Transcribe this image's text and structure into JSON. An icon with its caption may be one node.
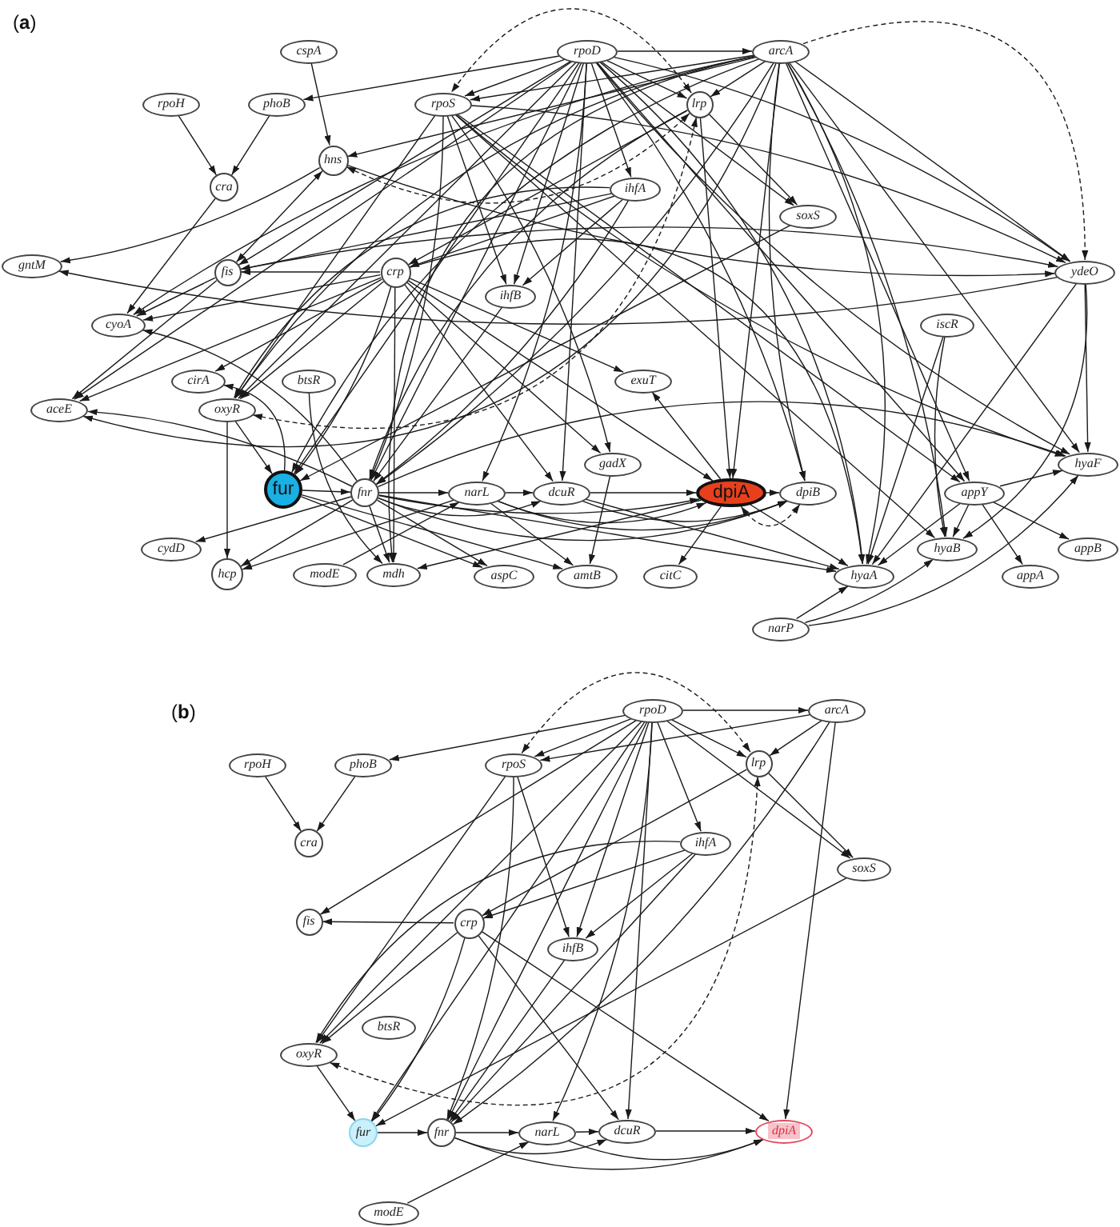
{
  "diagram": {
    "nodes": [
      {
        "text": [
          "rpoD"
        ]
      },
      {
        "text": [
          "arcA"
        ]
      },
      {
        "text": [
          "cspA"
        ]
      },
      {
        "text": [
          "rpoH"
        ]
      },
      {
        "text": [
          "phoB"
        ]
      },
      {
        "text": [
          "rpoS"
        ]
      },
      {
        "text": [
          "lrp"
        ]
      },
      {
        "text": [
          "hns"
        ]
      },
      {
        "text": [
          "cra"
        ]
      },
      {
        "text": [
          "ihfA"
        ]
      },
      {
        "text": [
          "soxS"
        ]
      },
      {
        "text": [
          "gntM"
        ]
      },
      {
        "text": [
          "fis"
        ]
      },
      {
        "text": [
          "crp"
        ]
      },
      {
        "text": [
          "ydeO"
        ]
      },
      {
        "text": [
          "ihfB"
        ]
      },
      {
        "text": [
          "cyoA"
        ]
      },
      {
        "text": [
          "iscR"
        ]
      },
      {
        "text": [
          "cirA"
        ]
      },
      {
        "text": [
          "btsR"
        ]
      },
      {
        "text": [
          "exuT"
        ]
      },
      {
        "text": [
          "aceE"
        ]
      },
      {
        "text": [
          "oxyR"
        ]
      },
      {
        "text": [
          "gadX"
        ]
      },
      {
        "text": [
          "hyaF"
        ]
      },
      {
        "text": [
          "fur"
        ]
      },
      {
        "text": [
          "fnr"
        ]
      },
      {
        "text": [
          "narL"
        ]
      },
      {
        "text": [
          "dcuR"
        ]
      },
      {
        "text": [
          "dpiA"
        ]
      },
      {
        "text": [
          "dpiB"
        ]
      },
      {
        "text": [
          "appY"
        ]
      },
      {
        "text": [
          "cydD"
        ]
      },
      {
        "text": [
          "hyaB"
        ]
      },
      {
        "text": [
          "appB"
        ]
      },
      {
        "text": [
          "hcp"
        ]
      },
      {
        "text": [
          "modE"
        ]
      },
      {
        "text": [
          "mdh"
        ]
      },
      {
        "text": [
          "aspC"
        ]
      },
      {
        "text": [
          "amtB"
        ]
      },
      {
        "text": [
          "citC"
        ]
      },
      {
        "text": [
          "hyaA"
        ]
      },
      {
        "text": [
          "appA"
        ]
      },
      {
        "text": [
          "narP"
        ]
      },
      {
        "text": [
          "rpoD"
        ]
      },
      {
        "text": [
          "arcA"
        ]
      },
      {
        "text": [
          "rpoH"
        ]
      },
      {
        "text": [
          "phoB"
        ]
      },
      {
        "text": [
          "rpoS"
        ]
      },
      {
        "text": [
          "lrp"
        ]
      },
      {
        "text": [
          "cra"
        ]
      },
      {
        "text": [
          "ihfA"
        ]
      },
      {
        "text": [
          "soxS"
        ]
      },
      {
        "text": [
          "fis"
        ]
      },
      {
        "text": [
          "crp"
        ]
      },
      {
        "text": [
          "ihfB"
        ]
      },
      {
        "text": [
          "btsR"
        ]
      },
      {
        "text": [
          "oxyR"
        ]
      },
      {
        "text": [
          "fur"
        ]
      },
      {
        "text": [
          "fnr"
        ]
      },
      {
        "text": [
          "narL"
        ]
      },
      {
        "text": [
          "dcuR"
        ]
      },
      {
        "text": [
          "dpiA"
        ]
      },
      {
        "text": [
          "modE"
        ]
      }
    ],
    "edges": [
      {
        "from": 3,
        "to": 8,
        "arrow": "to"
      },
      {
        "from": 4,
        "to": 8,
        "arrow": "to"
      },
      {
        "from": 0,
        "to": 1,
        "arrow": "to"
      },
      {
        "from": 0,
        "to": 4,
        "arrow": "to"
      },
      {
        "from": 0,
        "to": 5,
        "arrow": "to"
      },
      {
        "from": 1,
        "to": 5,
        "arrow": "to"
      },
      {
        "from": 0,
        "to": 6,
        "arrow": "to"
      },
      {
        "from": 1,
        "to": 6,
        "arrow": "to"
      },
      {
        "from": 6,
        "to": 5,
        "arrow": "both",
        "style": "dashed"
      },
      {
        "from": 0,
        "to": 10,
        "arrow": "to"
      },
      {
        "from": 6,
        "to": 10,
        "arrow": "to"
      },
      {
        "from": 0,
        "to": 9,
        "arrow": "to"
      },
      {
        "from": 0,
        "to": 12,
        "arrow": "to"
      },
      {
        "from": 13,
        "to": 12,
        "arrow": "to"
      },
      {
        "from": 6,
        "to": 13,
        "arrow": "to"
      },
      {
        "from": 9,
        "to": 13,
        "arrow": "to"
      },
      {
        "from": 5,
        "to": 15,
        "arrow": "to"
      },
      {
        "from": 0,
        "to": 15,
        "arrow": "to"
      },
      {
        "from": 9,
        "to": 15,
        "arrow": "to"
      },
      {
        "from": 5,
        "to": 22,
        "arrow": "to"
      },
      {
        "from": 0,
        "to": 22,
        "arrow": "to"
      },
      {
        "from": 13,
        "to": 22,
        "arrow": "to"
      },
      {
        "from": 9,
        "to": 22,
        "arrow": "to"
      },
      {
        "from": 6,
        "to": 22,
        "arrow": "both",
        "style": "dashed"
      },
      {
        "from": 22,
        "to": 25,
        "arrow": "to"
      },
      {
        "from": 13,
        "to": 25,
        "arrow": "to"
      },
      {
        "from": 10,
        "to": 25,
        "arrow": "to"
      },
      {
        "from": 0,
        "to": 25,
        "arrow": "to"
      },
      {
        "from": 25,
        "to": 26,
        "arrow": "to"
      },
      {
        "from": 5,
        "to": 26,
        "arrow": "to"
      },
      {
        "from": 0,
        "to": 26,
        "arrow": "to"
      },
      {
        "from": 1,
        "to": 26,
        "arrow": "to"
      },
      {
        "from": 9,
        "to": 26,
        "arrow": "to"
      },
      {
        "from": 15,
        "to": 26,
        "arrow": "to"
      },
      {
        "from": 0,
        "to": 27,
        "arrow": "to"
      },
      {
        "from": 26,
        "to": 27,
        "arrow": "to"
      },
      {
        "from": 36,
        "to": 27,
        "arrow": "to"
      },
      {
        "from": 0,
        "to": 28,
        "arrow": "to"
      },
      {
        "from": 13,
        "to": 28,
        "arrow": "to"
      },
      {
        "from": 27,
        "to": 28,
        "arrow": "to"
      },
      {
        "from": 26,
        "to": 28,
        "arrow": "to"
      },
      {
        "from": 28,
        "to": 29,
        "arrow": "to"
      },
      {
        "from": 27,
        "to": 29,
        "arrow": "to"
      },
      {
        "from": 26,
        "to": 29,
        "arrow": "to"
      },
      {
        "from": 1,
        "to": 29,
        "arrow": "to"
      },
      {
        "from": 13,
        "to": 29,
        "arrow": "to"
      },
      {
        "from": 2,
        "to": 7,
        "arrow": "to"
      },
      {
        "from": 1,
        "to": 7,
        "arrow": "to"
      },
      {
        "from": 6,
        "to": 7,
        "arrow": "both",
        "style": "dashed"
      },
      {
        "from": 1,
        "to": 14,
        "arrow": "to",
        "style": "dashed"
      },
      {
        "from": 29,
        "to": 30,
        "arrow": "both",
        "style": "dashed"
      },
      {
        "from": 7,
        "to": 11,
        "arrow": "to"
      },
      {
        "from": 14,
        "to": 11,
        "arrow": "to"
      },
      {
        "from": 7,
        "to": 12,
        "arrow": "both"
      },
      {
        "from": 7,
        "to": 14,
        "arrow": "to"
      },
      {
        "from": 12,
        "to": 14,
        "arrow": "to"
      },
      {
        "from": 0,
        "to": 14,
        "arrow": "to"
      },
      {
        "from": 1,
        "to": 14,
        "arrow": "to"
      },
      {
        "from": 5,
        "to": 14,
        "arrow": "to"
      },
      {
        "from": 12,
        "to": 16,
        "arrow": "to"
      },
      {
        "from": 8,
        "to": 16,
        "arrow": "to"
      },
      {
        "from": 13,
        "to": 16,
        "arrow": "to"
      },
      {
        "from": 26,
        "to": 16,
        "arrow": "to"
      },
      {
        "from": 1,
        "to": 16,
        "arrow": "to"
      },
      {
        "from": 26,
        "to": 21,
        "arrow": "to"
      },
      {
        "from": 13,
        "to": 21,
        "arrow": "to"
      },
      {
        "from": 12,
        "to": 21,
        "arrow": "to"
      },
      {
        "from": 1,
        "to": 21,
        "arrow": "to"
      },
      {
        "from": 0,
        "to": 21,
        "arrow": "to"
      },
      {
        "from": 25,
        "to": 18,
        "arrow": "to"
      },
      {
        "from": 13,
        "to": 18,
        "arrow": "to"
      },
      {
        "from": 1,
        "to": 22,
        "arrow": "to"
      },
      {
        "from": 22,
        "to": 35,
        "arrow": "to"
      },
      {
        "from": 19,
        "to": 37,
        "arrow": "to"
      },
      {
        "from": 1,
        "to": 25,
        "arrow": "to"
      },
      {
        "from": 25,
        "to": 38,
        "arrow": "to"
      },
      {
        "from": 25,
        "to": 39,
        "arrow": "to"
      },
      {
        "from": 26,
        "to": 32,
        "arrow": "to"
      },
      {
        "from": 26,
        "to": 35,
        "arrow": "to"
      },
      {
        "from": 26,
        "to": 37,
        "arrow": "to"
      },
      {
        "from": 26,
        "to": 38,
        "arrow": "to"
      },
      {
        "from": 26,
        "to": 30,
        "arrow": "to"
      },
      {
        "from": 26,
        "to": 41,
        "arrow": "to"
      },
      {
        "from": 26,
        "to": 24,
        "arrow": "to"
      },
      {
        "from": 27,
        "to": 30,
        "arrow": "to"
      },
      {
        "from": 27,
        "to": 35,
        "arrow": "to"
      },
      {
        "from": 27,
        "to": 39,
        "arrow": "to"
      },
      {
        "from": 28,
        "to": 30,
        "arrow": "to"
      },
      {
        "from": 28,
        "to": 41,
        "arrow": "to"
      },
      {
        "from": 29,
        "to": 30,
        "arrow": "to"
      },
      {
        "from": 29,
        "to": 40,
        "arrow": "to"
      },
      {
        "from": 29,
        "to": 20,
        "arrow": "to"
      },
      {
        "from": 29,
        "to": 41,
        "arrow": "to"
      },
      {
        "from": 29,
        "to": 37,
        "arrow": "to"
      },
      {
        "from": 23,
        "to": 39,
        "arrow": "to"
      },
      {
        "from": 13,
        "to": 23,
        "arrow": "to"
      },
      {
        "from": 5,
        "to": 23,
        "arrow": "to"
      },
      {
        "from": 13,
        "to": 20,
        "arrow": "to"
      },
      {
        "from": 31,
        "to": 24,
        "arrow": "to"
      },
      {
        "from": 31,
        "to": 33,
        "arrow": "to"
      },
      {
        "from": 31,
        "to": 41,
        "arrow": "to"
      },
      {
        "from": 31,
        "to": 42,
        "arrow": "to"
      },
      {
        "from": 31,
        "to": 34,
        "arrow": "to"
      },
      {
        "from": 17,
        "to": 41,
        "arrow": "to"
      },
      {
        "from": 17,
        "to": 33,
        "arrow": "to"
      },
      {
        "from": 43,
        "to": 41,
        "arrow": "to"
      },
      {
        "from": 43,
        "to": 33,
        "arrow": "to"
      },
      {
        "from": 43,
        "to": 24,
        "arrow": "to"
      },
      {
        "from": 14,
        "to": 24,
        "arrow": "to"
      },
      {
        "from": 14,
        "to": 33,
        "arrow": "to"
      },
      {
        "from": 14,
        "to": 41,
        "arrow": "to"
      },
      {
        "from": 1,
        "to": 41,
        "arrow": "to"
      },
      {
        "from": 1,
        "to": 33,
        "arrow": "to"
      },
      {
        "from": 1,
        "to": 24,
        "arrow": "to"
      },
      {
        "from": 1,
        "to": 31,
        "arrow": "to"
      },
      {
        "from": 1,
        "to": 30,
        "arrow": "to"
      },
      {
        "from": 0,
        "to": 41,
        "arrow": "to"
      },
      {
        "from": 0,
        "to": 24,
        "arrow": "to"
      },
      {
        "from": 0,
        "to": 31,
        "arrow": "to"
      },
      {
        "from": 0,
        "to": 30,
        "arrow": "to"
      },
      {
        "from": 5,
        "to": 24,
        "arrow": "to"
      },
      {
        "from": 5,
        "to": 31,
        "arrow": "to"
      },
      {
        "from": 5,
        "to": 33,
        "arrow": "to"
      },
      {
        "from": 13,
        "to": 37,
        "arrow": "to"
      },
      {
        "from": 1,
        "to": 37,
        "arrow": "to"
      },
      {
        "from": 9,
        "to": 12,
        "arrow": "to"
      },
      {
        "from": 6,
        "to": 26,
        "arrow": "to"
      },
      {
        "from": 6,
        "to": 29,
        "arrow": "to"
      },
      {
        "from": 13,
        "to": 41,
        "arrow": "to"
      },
      {
        "from": 46,
        "to": 50,
        "arrow": "to"
      },
      {
        "from": 47,
        "to": 50,
        "arrow": "to"
      },
      {
        "from": 44,
        "to": 45,
        "arrow": "to"
      },
      {
        "from": 44,
        "to": 47,
        "arrow": "to"
      },
      {
        "from": 44,
        "to": 48,
        "arrow": "to"
      },
      {
        "from": 45,
        "to": 48,
        "arrow": "to"
      },
      {
        "from": 44,
        "to": 49,
        "arrow": "to"
      },
      {
        "from": 45,
        "to": 49,
        "arrow": "to"
      },
      {
        "from": 48,
        "to": 49,
        "arrow": "both",
        "style": "dashed"
      },
      {
        "from": 44,
        "to": 52,
        "arrow": "to"
      },
      {
        "from": 49,
        "to": 52,
        "arrow": "to"
      },
      {
        "from": 44,
        "to": 51,
        "arrow": "to"
      },
      {
        "from": 44,
        "to": 53,
        "arrow": "to"
      },
      {
        "from": 54,
        "to": 53,
        "arrow": "to"
      },
      {
        "from": 49,
        "to": 54,
        "arrow": "to"
      },
      {
        "from": 51,
        "to": 54,
        "arrow": "to"
      },
      {
        "from": 48,
        "to": 55,
        "arrow": "to"
      },
      {
        "from": 44,
        "to": 55,
        "arrow": "to"
      },
      {
        "from": 51,
        "to": 55,
        "arrow": "to"
      },
      {
        "from": 48,
        "to": 57,
        "arrow": "to"
      },
      {
        "from": 44,
        "to": 57,
        "arrow": "to"
      },
      {
        "from": 54,
        "to": 57,
        "arrow": "to"
      },
      {
        "from": 51,
        "to": 57,
        "arrow": "to"
      },
      {
        "from": 49,
        "to": 57,
        "arrow": "both",
        "style": "dashed"
      },
      {
        "from": 57,
        "to": 58,
        "arrow": "to"
      },
      {
        "from": 54,
        "to": 58,
        "arrow": "to"
      },
      {
        "from": 52,
        "to": 58,
        "arrow": "to"
      },
      {
        "from": 44,
        "to": 58,
        "arrow": "to"
      },
      {
        "from": 58,
        "to": 59,
        "arrow": "to"
      },
      {
        "from": 48,
        "to": 59,
        "arrow": "to"
      },
      {
        "from": 44,
        "to": 59,
        "arrow": "to"
      },
      {
        "from": 45,
        "to": 59,
        "arrow": "to"
      },
      {
        "from": 51,
        "to": 59,
        "arrow": "to"
      },
      {
        "from": 55,
        "to": 59,
        "arrow": "to"
      },
      {
        "from": 44,
        "to": 60,
        "arrow": "to"
      },
      {
        "from": 59,
        "to": 60,
        "arrow": "to"
      },
      {
        "from": 63,
        "to": 60,
        "arrow": "to"
      },
      {
        "from": 44,
        "to": 61,
        "arrow": "to"
      },
      {
        "from": 54,
        "to": 61,
        "arrow": "to"
      },
      {
        "from": 60,
        "to": 61,
        "arrow": "to"
      },
      {
        "from": 59,
        "to": 61,
        "arrow": "to"
      },
      {
        "from": 61,
        "to": 62,
        "arrow": "to"
      },
      {
        "from": 60,
        "to": 62,
        "arrow": "to"
      },
      {
        "from": 59,
        "to": 62,
        "arrow": "to"
      },
      {
        "from": 45,
        "to": 62,
        "arrow": "to"
      },
      {
        "from": 54,
        "to": 62,
        "arrow": "to"
      }
    ],
    "labels": [
      "(**a**)",
      "(**b**)"
    ]
  }
}
